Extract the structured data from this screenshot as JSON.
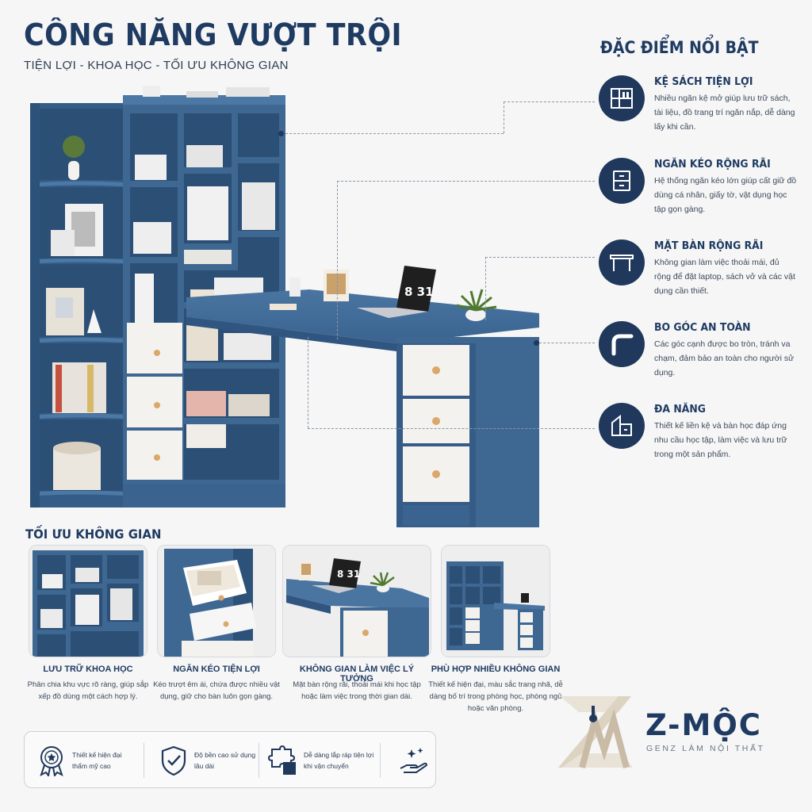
{
  "header": {
    "title": "CÔNG NĂNG VƯỢT TRỘI",
    "subtitle": "TIỆN LỢI - KHOA HỌC - TỐI ƯU KHÔNG GIAN"
  },
  "features": {
    "heading": "ĐẶC ĐIỂM NỔI BẬT",
    "items": [
      {
        "title": "KỆ SÁCH TIỆN LỢI",
        "desc": "Nhiều ngăn kệ mở giúp lưu trữ sách, tài liệu, đồ trang trí ngăn nắp, dễ dàng lấy khi cần.",
        "icon": "bookshelf-icon"
      },
      {
        "title": "NGĂN KÉO RỘNG RÃI",
        "desc": "Hệ thống ngăn kéo lớn giúp cất giữ đồ dùng cá nhân, giấy tờ, vật dụng học tập gọn gàng.",
        "icon": "drawer-icon"
      },
      {
        "title": "MẶT BÀN RỘNG RÃI",
        "desc": "Không gian làm việc thoải mái, đủ rộng để đặt laptop, sách vở và các vật dụng cần thiết.",
        "icon": "table-icon"
      },
      {
        "title": "BO GÓC AN TOÀN",
        "desc": "Các góc cạnh được bo tròn, tránh va chạm, đảm bảo an toàn cho người sử dụng.",
        "icon": "rounded-corner-icon"
      },
      {
        "title": "ĐA NĂNG",
        "desc": "Thiết kế liền kệ và bàn học đáp ứng nhu cầu học tập, làm việc và lưu trữ trong một sản phẩm.",
        "icon": "multi-function-icon"
      }
    ]
  },
  "product": {
    "laptop_screen_text": "8 31"
  },
  "section": {
    "heading": "TỐI ƯU KHÔNG GIAN",
    "cards": [
      {
        "title": "LƯU TRỮ KHOA HỌC",
        "desc": "Phân chia khu vực rõ ràng, giúp sắp xếp đồ dùng một cách hợp lý."
      },
      {
        "title": "NGĂN KÉO TIỆN LỢI",
        "desc": "Kéo trượt êm ái, chứa được nhiều vật dụng, giữ cho bàn luôn gọn gàng."
      },
      {
        "title": "KHÔNG GIAN LÀM VIỆC LÝ TƯỞNG",
        "desc": "Mặt bàn rộng rãi, thoải mái khi học tập hoặc làm việc trong thời gian dài.",
        "screen": "8 31"
      },
      {
        "title": "PHÙ HỢP NHIỀU KHÔNG GIAN",
        "desc": "Thiết kế hiện đại, màu sắc trang nhã, dễ dàng bố trí trong phòng học, phòng ngủ hoặc văn phòng."
      }
    ]
  },
  "benefits": [
    {
      "text": "Thiết kế hiện đại thẩm mỹ cao",
      "icon": "award-badge-icon"
    },
    {
      "text": "Độ bền cao sử dụng lâu dài",
      "icon": "shield-check-icon"
    },
    {
      "text": "Dễ dàng lắp ráp tiện lợi khi vận chuyển",
      "icon": "puzzle-icon"
    },
    {
      "text": "",
      "icon": "hand-sparkle-icon"
    }
  ],
  "brand": {
    "name": "Z-MỘC",
    "tagline": "GENZ LÀM NỘI THẤT"
  },
  "colors": {
    "navy": "#20385b",
    "furniture_blue": "#3e6791",
    "drawer_white": "#f4f2ee",
    "wood_knob": "#d9a86a"
  }
}
